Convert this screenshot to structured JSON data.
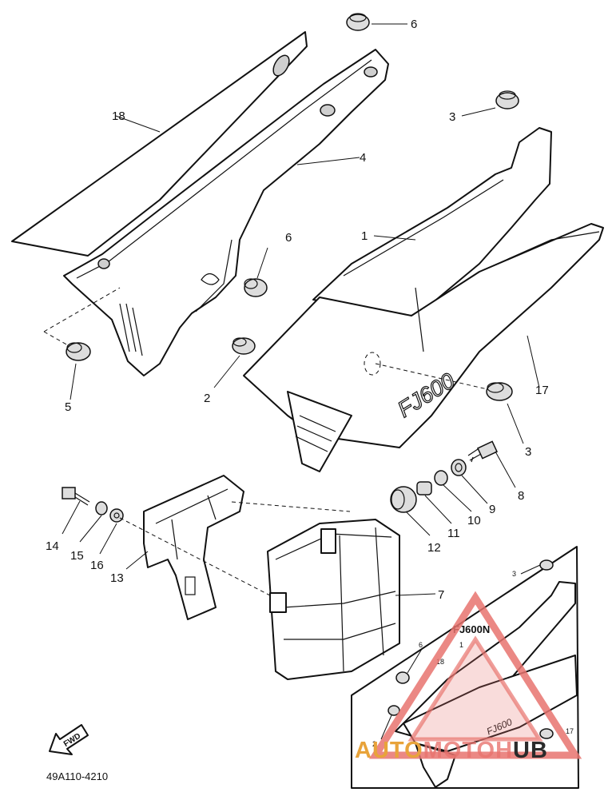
{
  "diagram": {
    "part_numbers": {
      "p1": "1",
      "p2": "2",
      "p3": "3",
      "p3b": "3",
      "p4": "4",
      "p5": "5",
      "p6": "6",
      "p6b": "6",
      "p7": "7",
      "p8": "8",
      "p9": "9",
      "p10": "10",
      "p11": "11",
      "p12": "12",
      "p13": "13",
      "p14": "14",
      "p15": "15",
      "p16": "16",
      "p17": "17",
      "p18": "18"
    },
    "model_badge": "FJ600",
    "fwd_label": "FWD",
    "diagram_code": "49A110-4210"
  },
  "inset": {
    "model_label": "FJ600N",
    "part_numbers": {
      "p3": "3",
      "p1": "1",
      "p6": "6",
      "p18": "18",
      "p2": "2",
      "p17": "17"
    },
    "badge": "FJ600"
  },
  "watermark": {
    "text": "AUTOMOTOHUB",
    "colors": {
      "accent": "#e8a33a",
      "triangle": "#e8736e",
      "dark": "#2b2b2b"
    }
  }
}
